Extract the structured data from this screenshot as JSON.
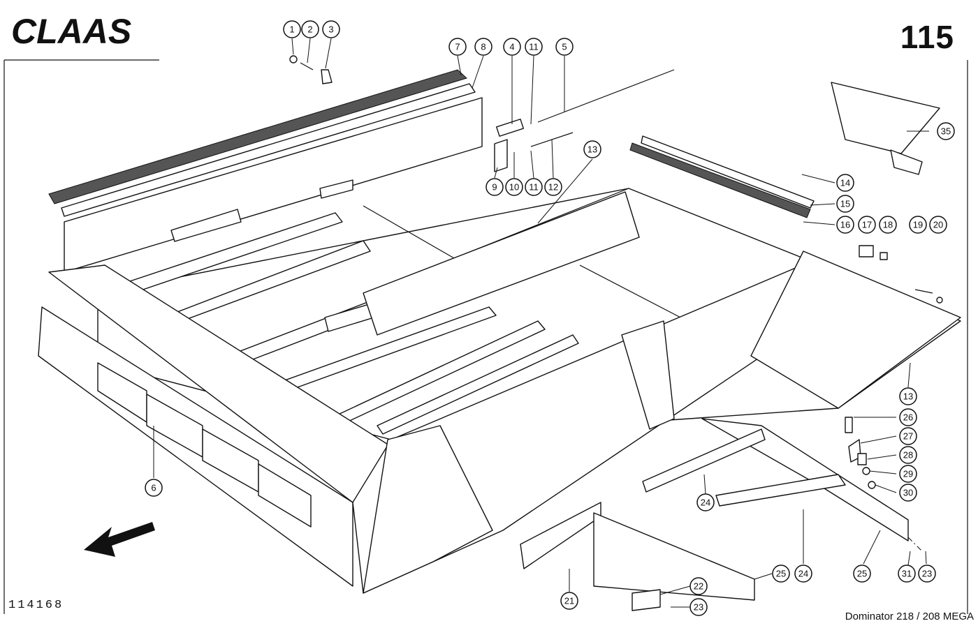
{
  "header": {
    "brand": "CLAAS",
    "page_number": "115"
  },
  "footer": {
    "drawing_id": "114168",
    "model": "Dominator 218 / 208 MEGA"
  },
  "callouts": [
    {
      "label": "1"
    },
    {
      "label": "2"
    },
    {
      "label": "3"
    },
    {
      "label": "7"
    },
    {
      "label": "8"
    },
    {
      "label": "4"
    },
    {
      "label": "11"
    },
    {
      "label": "5"
    },
    {
      "label": "9"
    },
    {
      "label": "10"
    },
    {
      "label": "11"
    },
    {
      "label": "12"
    },
    {
      "label": "13"
    },
    {
      "label": "35"
    },
    {
      "label": "14"
    },
    {
      "label": "15"
    },
    {
      "label": "16"
    },
    {
      "label": "17"
    },
    {
      "label": "18"
    },
    {
      "label": "19"
    },
    {
      "label": "20"
    },
    {
      "label": "13"
    },
    {
      "label": "26"
    },
    {
      "label": "27"
    },
    {
      "label": "28"
    },
    {
      "label": "29"
    },
    {
      "label": "30"
    },
    {
      "label": "6"
    },
    {
      "label": "24"
    },
    {
      "label": "25"
    },
    {
      "label": "24"
    },
    {
      "label": "25"
    },
    {
      "label": "31"
    },
    {
      "label": "23"
    },
    {
      "label": "22"
    },
    {
      "label": "23"
    },
    {
      "label": "21"
    }
  ]
}
